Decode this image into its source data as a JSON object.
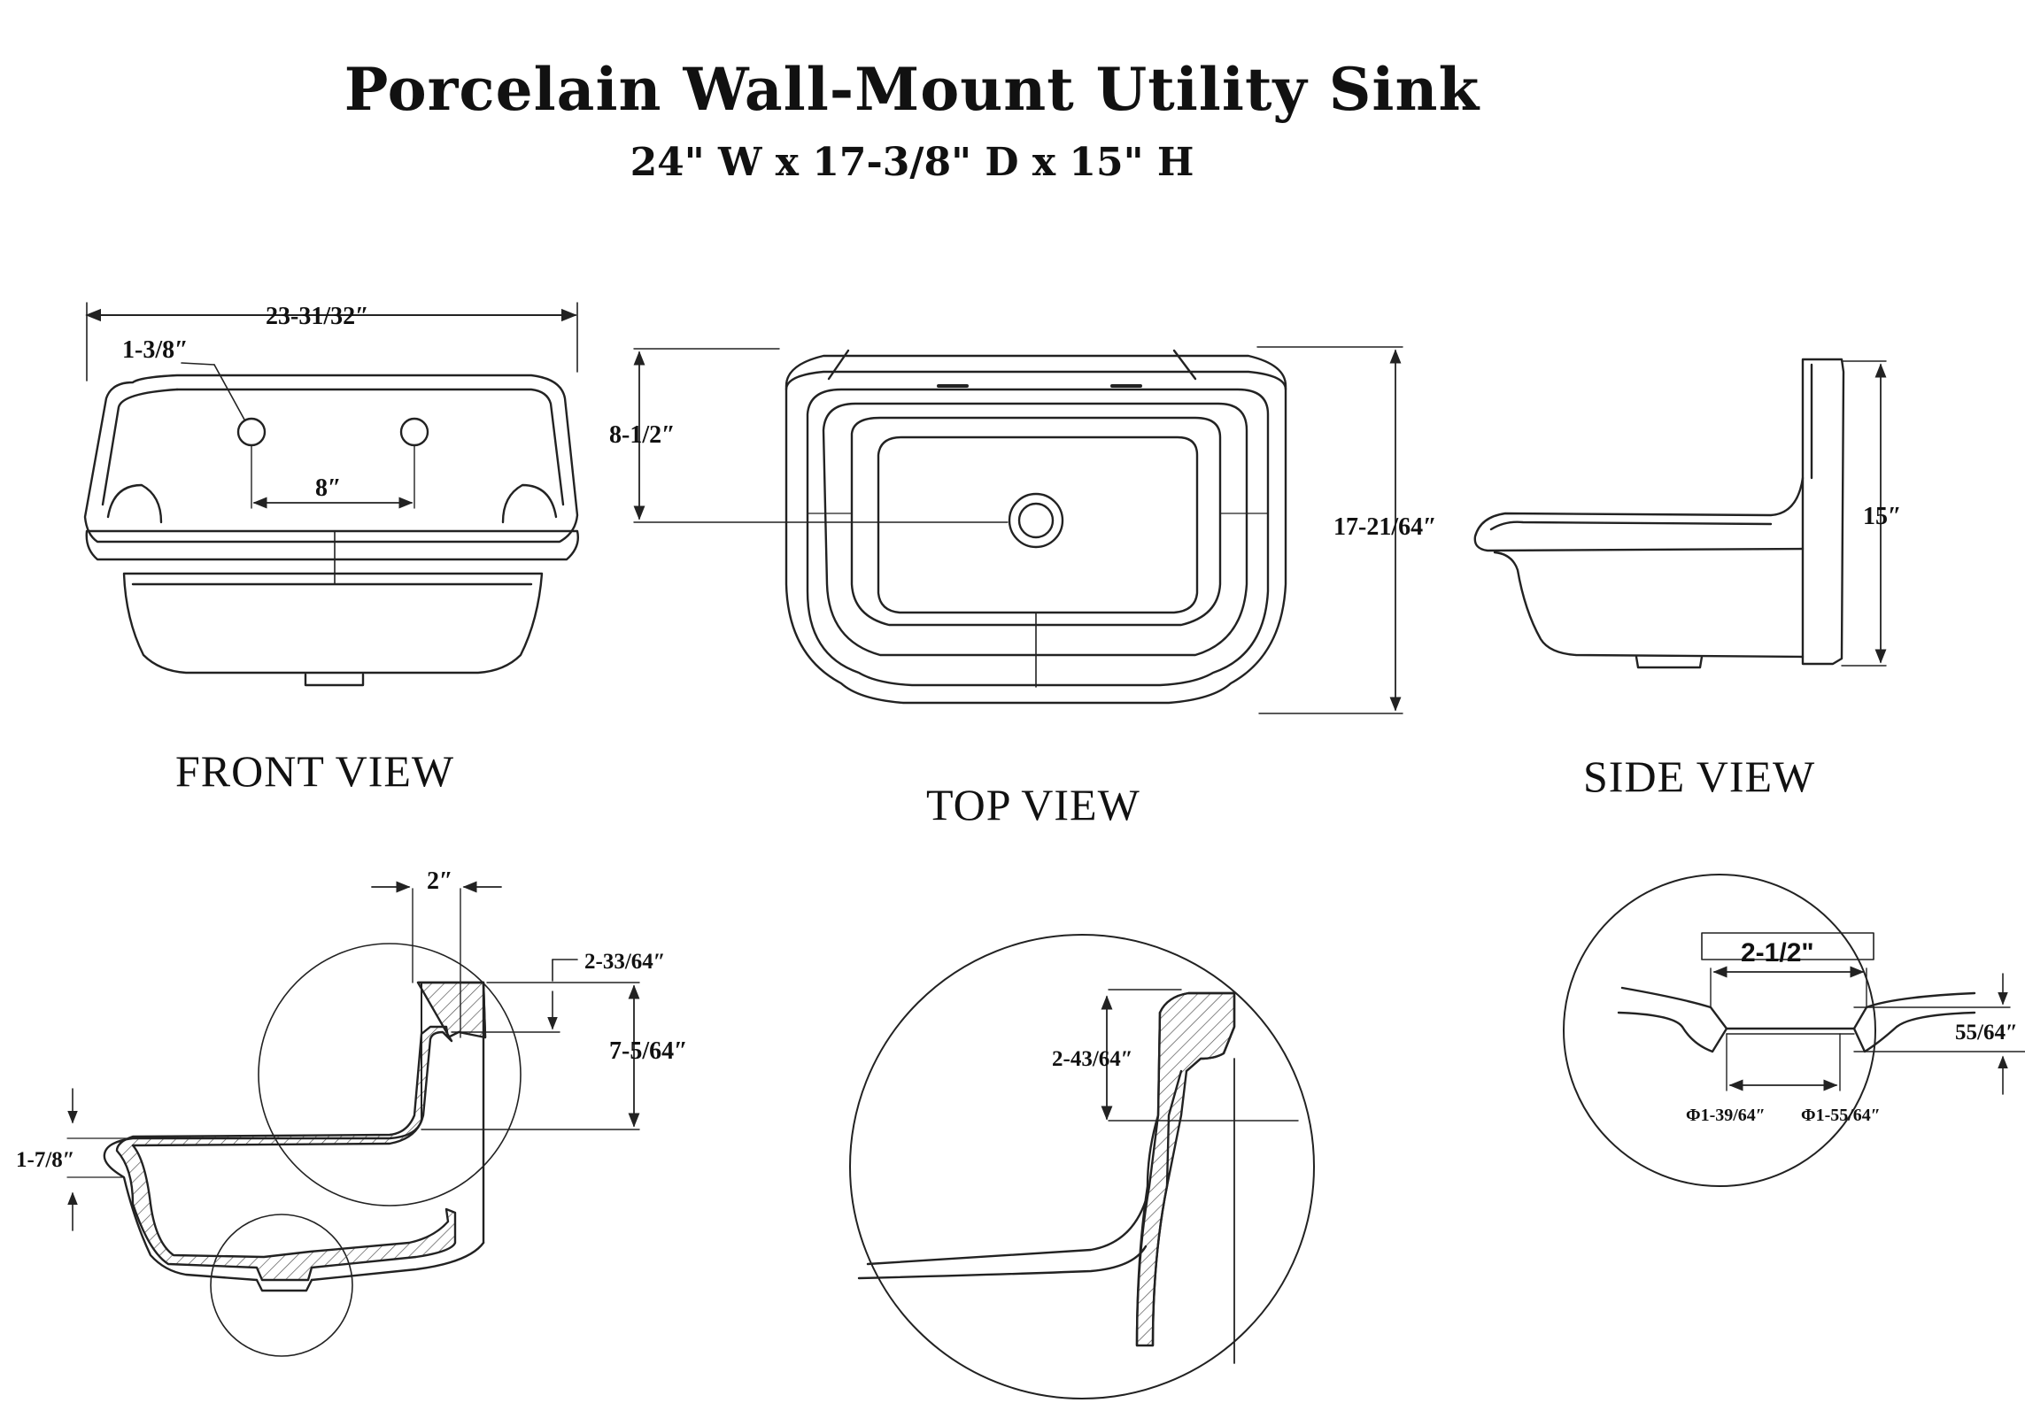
{
  "title": "Porcelain Wall-Mount Utility Sink",
  "subtitle": "24\" W x 17-3/8\" D x 15\" H",
  "views": {
    "front": "FRONT VIEW",
    "top": "TOP VIEW",
    "side": "SIDE VIEW"
  },
  "dimensions": {
    "front_width": "23-31/32″",
    "front_hole_diameter": "1-3/8″",
    "front_hole_spacing": "8″",
    "top_drain_offset": "8-1/2″",
    "top_depth": "17-21/64″",
    "side_height": "15″",
    "section_wall": "2″",
    "section_ledge": "2-33/64″",
    "section_back_height": "7-5/64″",
    "section_rim": "1-7/8″",
    "detail_ledge": "2-43/64″",
    "drain_top_width": "2-1/2\"",
    "drain_depth": "55/64″",
    "drain_inner_dia": "Φ1-39/64″",
    "drain_outer_dia": "Φ1-55/64″"
  }
}
